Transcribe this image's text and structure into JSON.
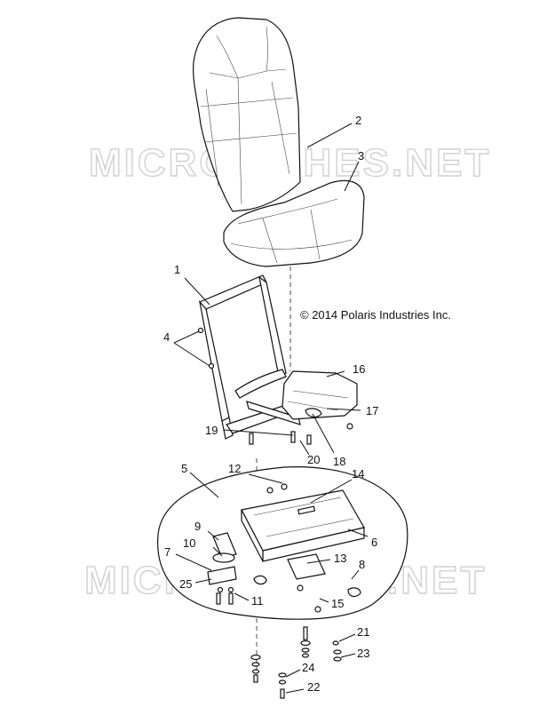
{
  "watermarks": [
    "MICROFICHES.NET",
    "MICROFICHES.NET"
  ],
  "copyright": "© 2014 Polaris Industries Inc.",
  "callouts": [
    "1",
    "2",
    "3",
    "4",
    "5",
    "6",
    "7",
    "8",
    "9",
    "10",
    "11",
    "12",
    "13",
    "14",
    "15",
    "16",
    "17",
    "18",
    "19",
    "20",
    "21",
    "22",
    "23",
    "24",
    "25"
  ]
}
